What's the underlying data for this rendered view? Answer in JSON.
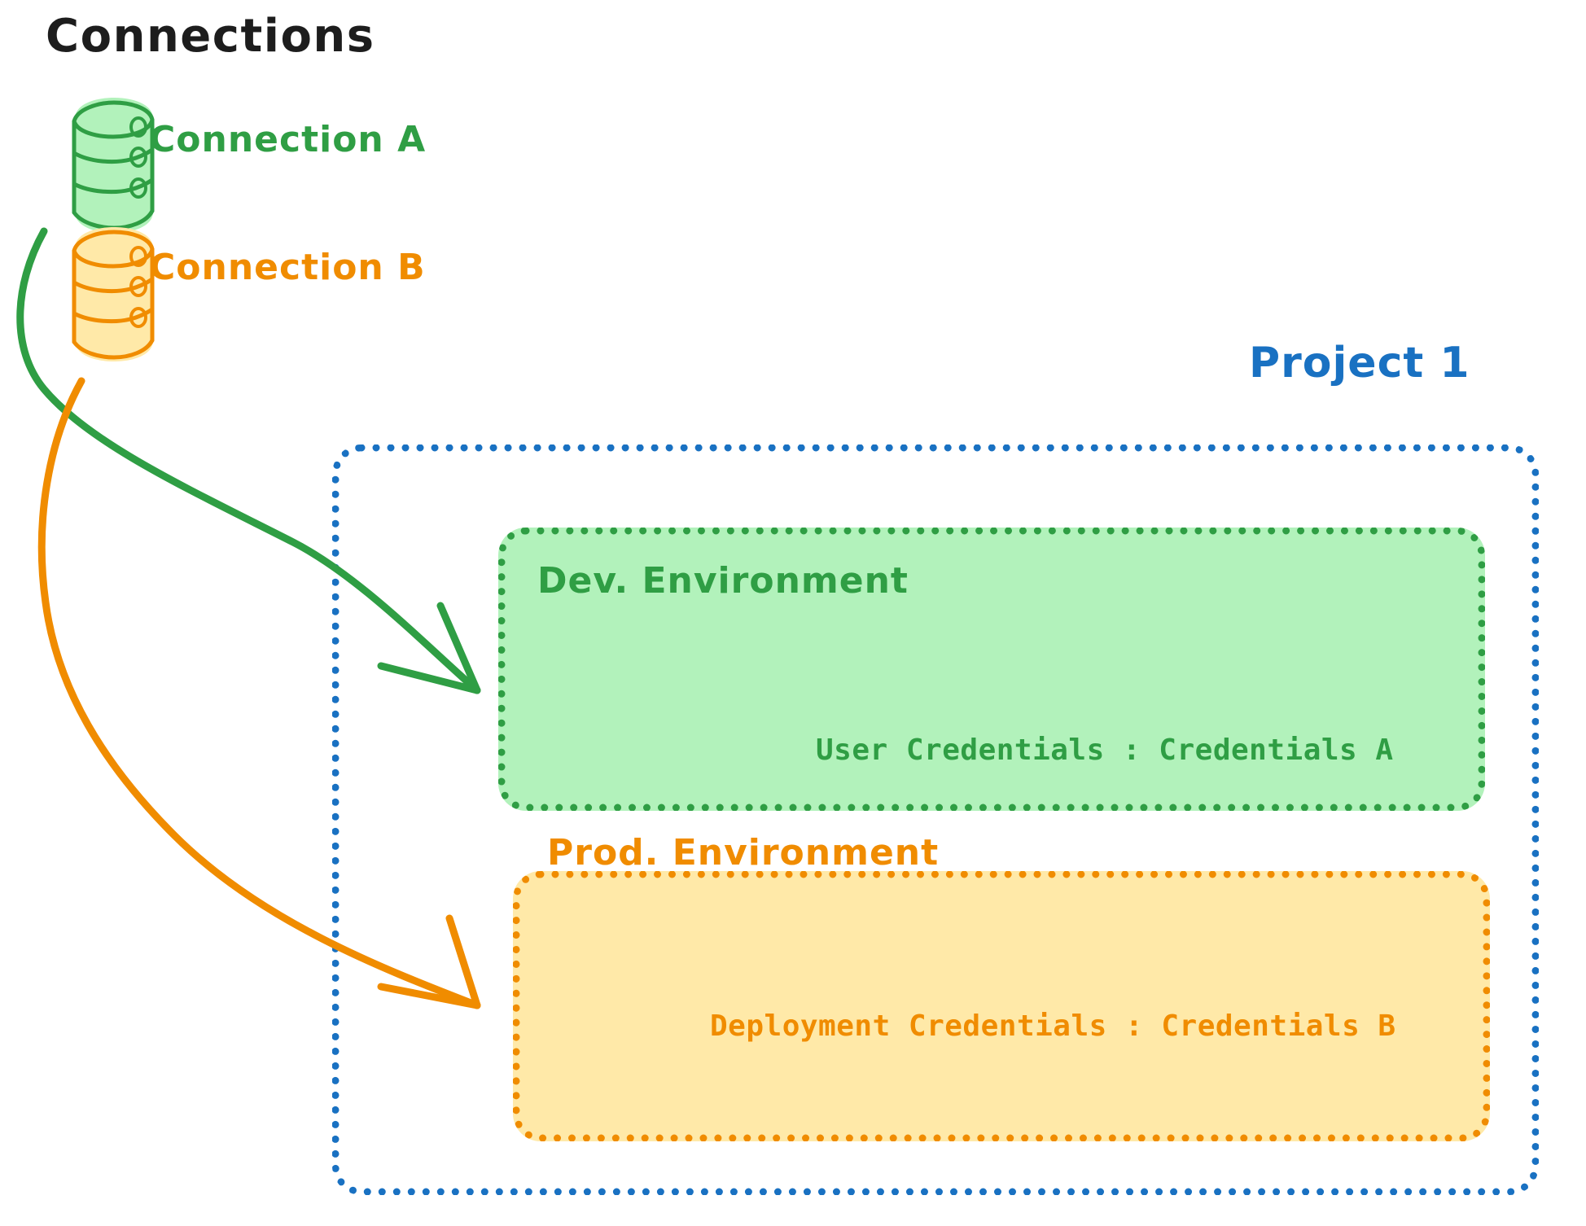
{
  "diagram": {
    "title": "Connections",
    "type": "architecture-diagram",
    "background": "#ffffff"
  },
  "connections": {
    "heading": "Connections",
    "items": [
      {
        "id": "connection-a",
        "label": "Connection A",
        "icon": "database-cylinder-icon",
        "color": "#2f9e44",
        "fill": "#b2f2bb"
      },
      {
        "id": "connection-b",
        "label": "Connection B",
        "icon": "database-cylinder-icon",
        "color": "#f08c00",
        "fill": "#ffe9a8"
      }
    ]
  },
  "project": {
    "label": "Project 1",
    "color": "#1971c2",
    "border_style": "dotted",
    "environments": [
      {
        "id": "dev-environment",
        "title": "Dev. Environment",
        "credential_label": "User Credentials",
        "credential_separator": ":",
        "credential_value": "Credentials A",
        "credential_line": "User Credentials : Credentials A",
        "color": "#2f9e44",
        "fill": "#b2f2bb",
        "border_style": "dotted"
      },
      {
        "id": "prod-environment",
        "title": "Prod. Environment",
        "credential_label": "Deployment Credentials",
        "credential_separator": ":",
        "credential_value": "Credentials B",
        "credential_line": "Deployment Credentials : Credentials B",
        "color": "#f08c00",
        "fill": "#ffe9a8",
        "border_style": "dotted"
      }
    ]
  },
  "arrows": [
    {
      "id": "arrow-connection-a-to-dev",
      "from": "connection-a",
      "to": "dev-environment",
      "color": "#2f9e44"
    },
    {
      "id": "arrow-connection-b-to-prod",
      "from": "connection-b",
      "to": "prod-environment",
      "color": "#f08c00"
    }
  ],
  "colors": {
    "green_stroke": "#2f9e44",
    "green_fill": "#b2f2bb",
    "orange_stroke": "#f08c00",
    "orange_fill": "#ffe9a8",
    "blue_stroke": "#1971c2",
    "black_text": "#1d1d1d",
    "background": "#ffffff"
  }
}
